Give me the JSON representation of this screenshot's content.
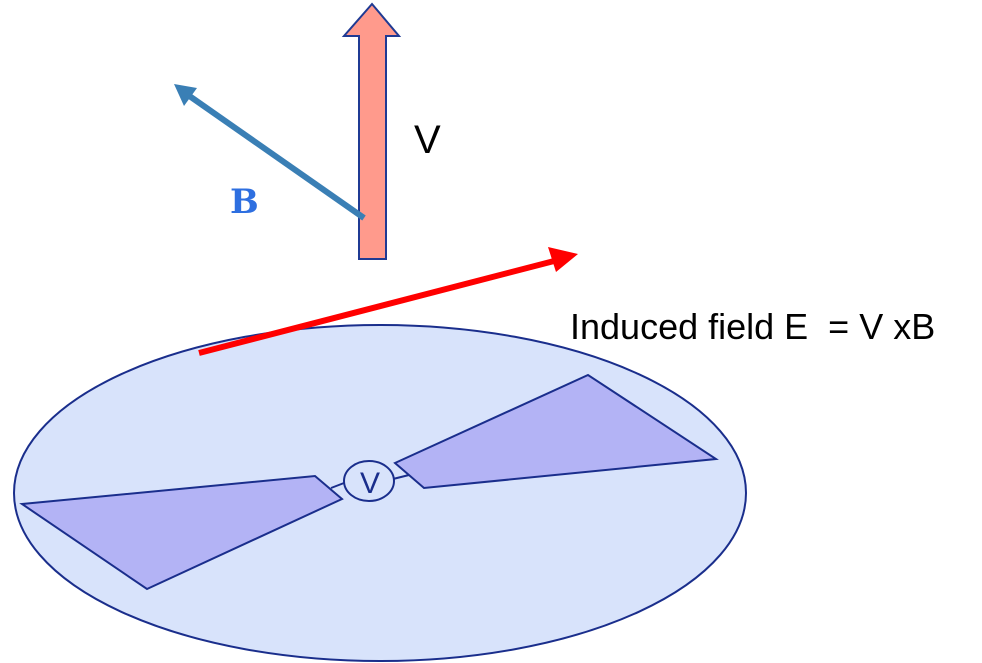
{
  "labels": {
    "velocity": "V",
    "magnetic_field": "B",
    "induced_field": "Induced field E  = V xB",
    "voltmeter": "V"
  },
  "colors": {
    "velocity_arrow_fill": "#FF9A8C",
    "velocity_arrow_stroke": "#1F3A93",
    "magnetic_arrow": "#3A7FB5",
    "magnetic_label": "#2E6FE0",
    "induced_arrow": "#FF0000",
    "disk_fill": "#D8E3FB",
    "outline": "#1A2E8C",
    "antenna_fill": "#B3B3F5",
    "text": "#000000"
  }
}
